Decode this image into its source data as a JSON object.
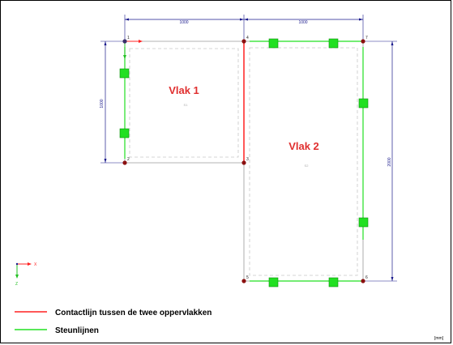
{
  "dimensions": {
    "top_left": "1000",
    "top_right": "1000",
    "left": "1000",
    "right": "2000"
  },
  "nodes": [
    "1",
    "2",
    "3",
    "4",
    "5",
    "6",
    "7"
  ],
  "surfaces": {
    "vlak1": {
      "label": "Vlak 1",
      "sub": "S1"
    },
    "vlak2": {
      "label": "Vlak 2",
      "sub": "S2"
    }
  },
  "axes": {
    "x": "X",
    "z": "Z"
  },
  "legend": {
    "contact_line": "Contactlijn tussen de twee oppervlakken",
    "support_lines": "Steunlijnen"
  },
  "unit": "[mm]",
  "colors": {
    "contact": "#ff2020",
    "support": "#22e022",
    "dimension": "#1a1a8c",
    "node": "#8b1010"
  }
}
